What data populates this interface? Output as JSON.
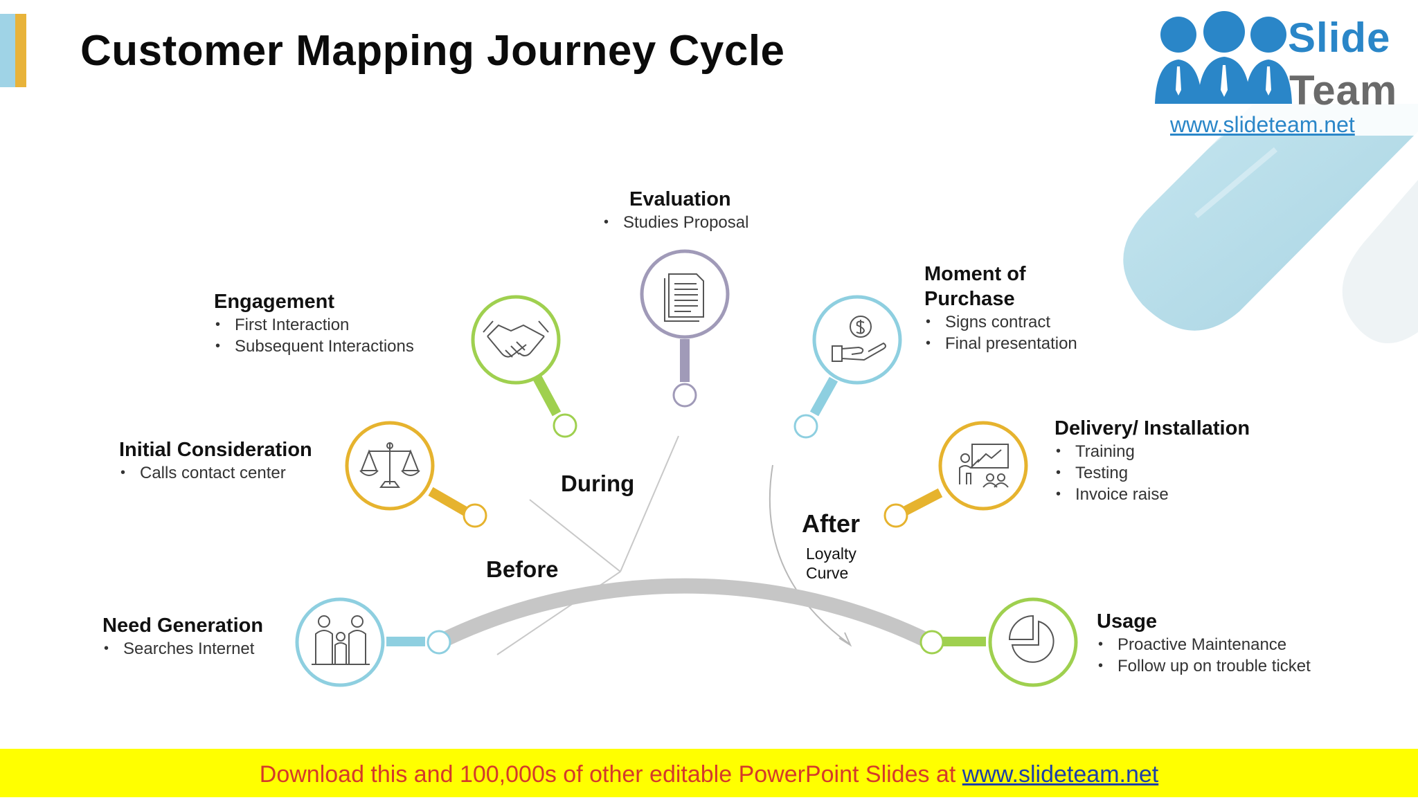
{
  "title": "Customer Mapping Journey Cycle",
  "logo": {
    "word1": "Slide",
    "word2": "Team",
    "url": "www.slideteam.net"
  },
  "phases": {
    "before": "Before",
    "during": "During",
    "after": "After",
    "after_sub1": "Loyalty",
    "after_sub2": "Curve"
  },
  "steps": [
    {
      "title": "Need Generation",
      "bullets": [
        "Searches Internet"
      ],
      "icon": "family-icon",
      "color": "#8ecfe0"
    },
    {
      "title": "Initial Consideration",
      "bullets": [
        "Calls contact center"
      ],
      "icon": "scales-icon",
      "color": "#e6b32e"
    },
    {
      "title": "Engagement",
      "bullets": [
        "First Interaction",
        "Subsequent Interactions"
      ],
      "icon": "handshake-icon",
      "color": "#9fd04f"
    },
    {
      "title": "Evaluation",
      "bullets": [
        "Studies Proposal"
      ],
      "icon": "document-icon",
      "color": "#a09ab8"
    },
    {
      "title_line1": "Moment of",
      "title_line2": "Purchase",
      "bullets": [
        "Signs contract",
        "Final presentation"
      ],
      "icon": "money-hand-icon",
      "color": "#8ecfe0"
    },
    {
      "title": "Delivery/ Installation",
      "bullets": [
        "Training",
        "Testing",
        "Invoice raise"
      ],
      "icon": "presentation-icon",
      "color": "#e6b32e"
    },
    {
      "title": "Usage",
      "bullets": [
        "Proactive Maintenance",
        "Follow up on trouble ticket"
      ],
      "icon": "pie-chart-icon",
      "color": "#9fd04f"
    }
  ],
  "footer": {
    "text": "Download this and 100,000s of other editable PowerPoint Slides at ",
    "link": "www.slideteam.net"
  }
}
